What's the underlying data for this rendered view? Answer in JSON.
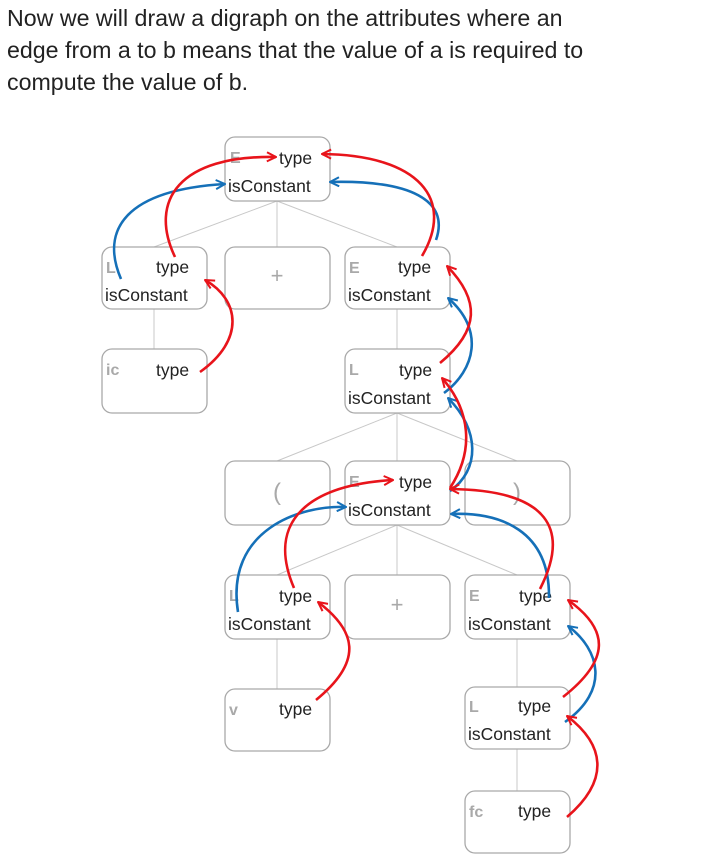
{
  "intro_lines": [
    "Now we will draw a digraph on the attributes where an",
    "edge from a to b means that the value of a is required to",
    "compute the value of b."
  ],
  "colors": {
    "type_edges": "#e8141b",
    "isconstant_edges": "#1570b8",
    "box_border": "#a9a9a9",
    "tree_edges": "#c8c8c8"
  },
  "nodes": {
    "e_root": {
      "symbol": "E",
      "type": "type",
      "isconstant": "isConstant"
    },
    "l_left": {
      "symbol": "L",
      "type": "type",
      "isconstant": "isConstant"
    },
    "plus_top": {
      "symbol": "+"
    },
    "e_right": {
      "symbol": "E",
      "type": "type",
      "isconstant": "isConstant"
    },
    "ic": {
      "symbol": "ic",
      "type": "type"
    },
    "l_mid": {
      "symbol": "L",
      "type": "type",
      "isconstant": "isConstant"
    },
    "lparen": {
      "symbol": "("
    },
    "e_mid": {
      "symbol": "E",
      "type": "type",
      "isconstant": "isConstant"
    },
    "rparen": {
      "symbol": ")"
    },
    "l_low": {
      "symbol": "L",
      "type": "type",
      "isconstant": "isConstant"
    },
    "plus_low": {
      "symbol": "+"
    },
    "e_low": {
      "symbol": "E",
      "type": "type",
      "isconstant": "isConstant"
    },
    "v": {
      "symbol": "v",
      "type": "type"
    },
    "l_bottom": {
      "symbol": "L",
      "type": "type",
      "isconstant": "isConstant"
    },
    "fc": {
      "symbol": "fc",
      "type": "type"
    }
  }
}
